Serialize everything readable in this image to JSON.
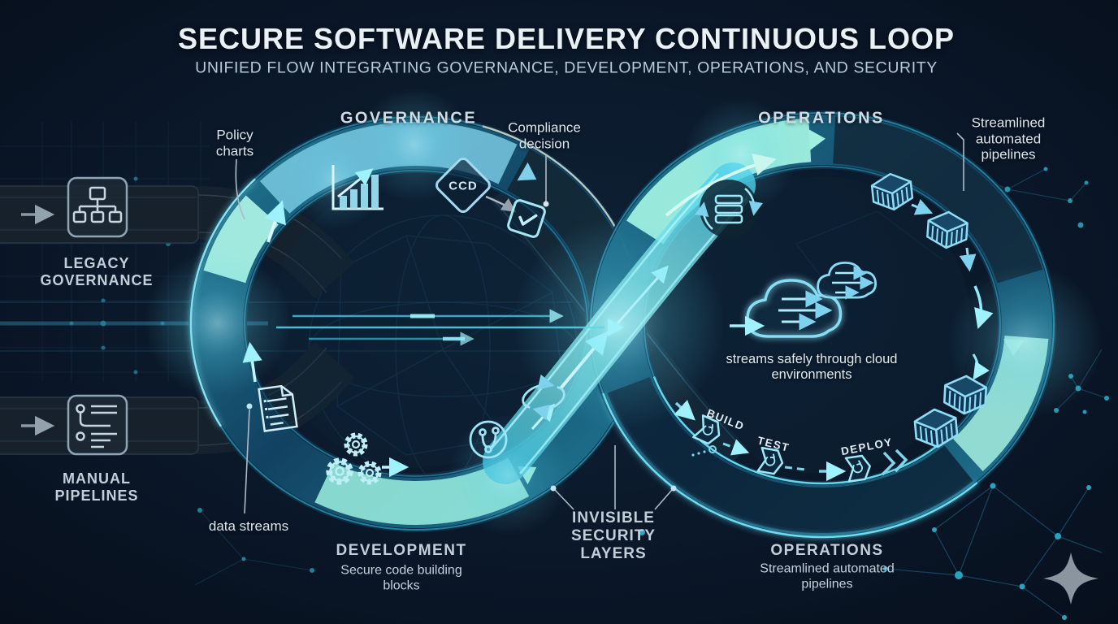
{
  "header": {
    "title": "SECURE SOFTWARE DELIVERY CONTINUOUS LOOP",
    "subtitle": "UNIFIED FLOW INTEGRATING GOVERNANCE, DEVELOPMENT, OPERATIONS, AND SECURITY"
  },
  "quadrants": {
    "governance": "GOVERNANCE",
    "operations_top": "OPERATIONS",
    "development": "DEVELOPMENT",
    "development_caption": "Secure code building blocks",
    "operations_bottom": "OPERATIONS",
    "operations_bottom_caption": "Streamlined automated pipelines",
    "security": "INVISIBLE SECURITY LAYERS"
  },
  "callouts": {
    "policy_charts": "Policy charts",
    "compliance_decision": "Compliance decision",
    "streamlined_pipelines": "Streamlined automated pipelines",
    "data_streams": "data streams",
    "cloud_streams": "streams safely through cloud environments"
  },
  "legacy_inputs": {
    "legacy_governance": "LEGACY GOVERNANCE",
    "manual_pipelines": "MANUAL PIPELINES"
  },
  "stages": [
    {
      "label": "BUILD"
    },
    {
      "label": "TEST"
    },
    {
      "label": "DEPLOY"
    }
  ],
  "badges": {
    "ccd": "CCD"
  },
  "colors": {
    "background": "#08121f",
    "glow_cyan": "#5fe0f2",
    "teal_highlight": "#9ff0e0",
    "ring_dark": "#0e2f47",
    "text_primary": "#e9f0f6",
    "text_muted": "#b7cad8"
  }
}
